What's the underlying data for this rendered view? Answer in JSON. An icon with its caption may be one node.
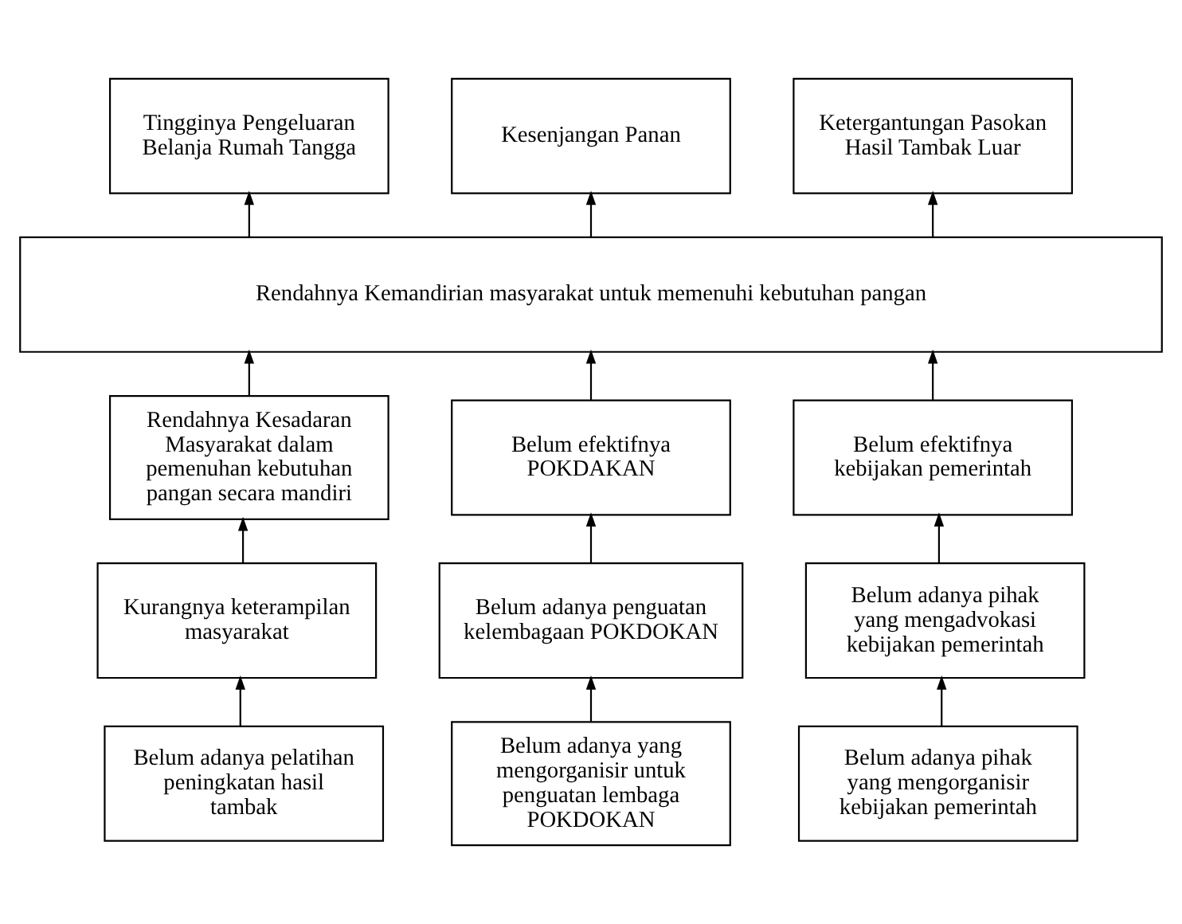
{
  "diagram": {
    "nodes": [
      {
        "text": [
          "Tingginya Pengeluaran Belanja Rumah Tangga"
        ]
      },
      {
        "text": [
          "Kesenjangan Panan"
        ]
      },
      {
        "text": [
          "Ketergantungan Pasokan Hasil Tambak Luar"
        ]
      },
      {
        "text": [
          "Rendahnya Kemandirian masyarakat untuk memenuhi kebutuhan pangan"
        ]
      },
      {
        "text": [
          "Rendahnya Kesadaran Masyarakat dalam pemenuhan kebutuhan pangan secara mandiri"
        ]
      },
      {
        "text": [
          "Belum efektifnya POKDAKAN"
        ]
      },
      {
        "text": [
          "Belum efektifnya kebijakan pemerintah"
        ]
      },
      {
        "text": [
          "Kurangnya keterampilan masyarakat"
        ]
      },
      {
        "text": [
          "Belum adanya penguatan kelembagaan POKDOKAN"
        ]
      },
      {
        "text": [
          "Belum adanya pihak yang mengadvokasi kebijakan pemerintah"
        ]
      },
      {
        "text": [
          "Belum adanya pelatihan peningkatan hasil tambak"
        ]
      },
      {
        "text": [
          "Belum adanya yang mengorganisir untuk penguatan lembaga POKDOKAN"
        ]
      },
      {
        "text": [
          "Belum adanya pihak yang mengorganisir kebijakan pemerintah"
        ]
      }
    ],
    "edges": [
      {
        "from": 3,
        "to": 0,
        "arrow": "to"
      },
      {
        "from": 3,
        "to": 1,
        "arrow": "to"
      },
      {
        "from": 3,
        "to": 2,
        "arrow": "to"
      },
      {
        "from": 4,
        "to": 3,
        "arrow": "to"
      },
      {
        "from": 5,
        "to": 3,
        "arrow": "to"
      },
      {
        "from": 6,
        "to": 3,
        "arrow": "to"
      },
      {
        "from": 7,
        "to": 4,
        "arrow": "to"
      },
      {
        "from": 8,
        "to": 5,
        "arrow": "to"
      },
      {
        "from": 9,
        "to": 6,
        "arrow": "to"
      },
      {
        "from": 10,
        "to": 7,
        "arrow": "to"
      },
      {
        "from": 11,
        "to": 8,
        "arrow": "to"
      },
      {
        "from": 12,
        "to": 9,
        "arrow": "to"
      }
    ]
  }
}
